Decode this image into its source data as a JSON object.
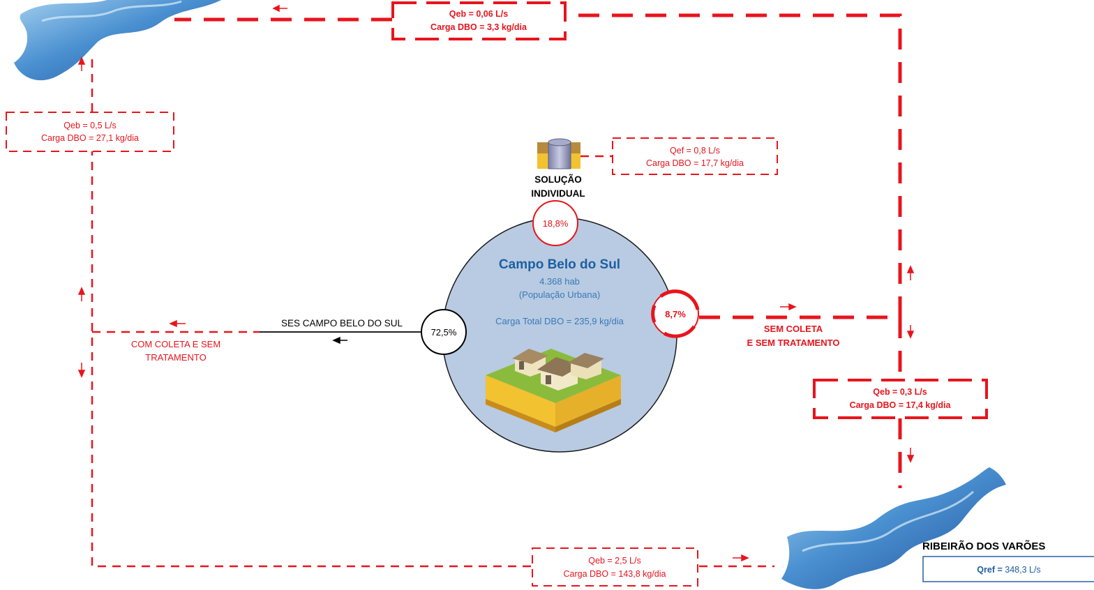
{
  "colors": {
    "flow_red": "#e8141c",
    "title_blue": "#1e5fa0",
    "city_fill": "#b8cbe2",
    "box_border": "#2a5fa8"
  },
  "city": {
    "name": "Campo Belo do Sul",
    "population": "4.368 hab",
    "population_note": "(População Urbana)",
    "total_load": "Carga Total DBO =  235,9 kg/dia"
  },
  "shares": {
    "individual": "18,8%",
    "no_collection": "8,7%",
    "collected": "72,5%"
  },
  "individual_solution": {
    "label_line1": "SOLUÇÃO",
    "label_line2": "INDIVIDUAL",
    "flow": "Qef = 0,8 L/s",
    "load": "Carga DBO = 17,7 kg/dia"
  },
  "collected_branch": {
    "system_name": "SES CAMPO BELO DO SUL",
    "label_line1": "COM COLETA E SEM",
    "label_line2": "TRATAMENTO",
    "upper_flow": "Qeb = 0,5 L/s",
    "upper_load": "Carga DBO = 27,1 kg/dia",
    "lower_flow": "Qeb = 2,5 L/s",
    "lower_load": "Carga DBO = 143,8 kg/dia"
  },
  "uncollected_branch": {
    "label_line1": "SEM COLETA",
    "label_line2": "E SEM TRATAMENTO",
    "top_flow": "Qeb = 0,06 L/s",
    "top_load": "Carga DBO = 3,3 kg/dia",
    "right_flow": "Qeb = 0,3 L/s",
    "right_load": "Carga DBO = 17,4 kg/dia"
  },
  "river": {
    "name": "RIBEIRÃO DOS VARÕES",
    "qref_label": "Qref =",
    "qref_value": " 348,3 L/s"
  }
}
